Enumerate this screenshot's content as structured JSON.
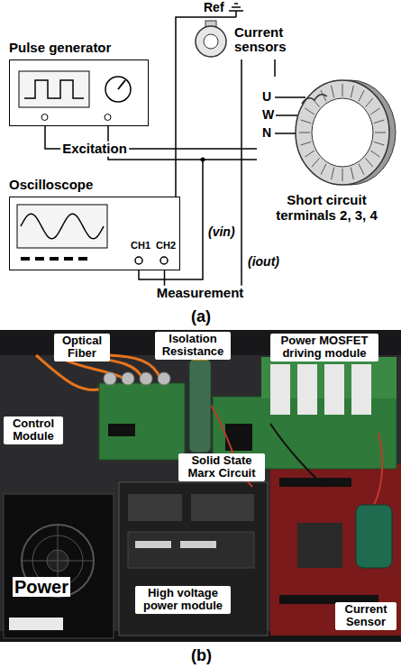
{
  "diagram": {
    "nodes": [
      {
        "text": [
          "Pulse generator"
        ]
      },
      {
        "text": [
          "Oscilloscope"
        ]
      },
      {
        "text": [
          "Current sensors"
        ]
      },
      {
        "text": [
          "Short circuit terminals 2, 3, 4"
        ]
      }
    ],
    "edges": [
      {
        "from": 0,
        "to": 3,
        "label": "Excitation",
        "arrow": "none"
      },
      {
        "from": 1,
        "to": 2,
        "label": "Measurement",
        "arrow": "none"
      },
      {
        "from": 2,
        "to": 3,
        "arrow": "none"
      }
    ],
    "labels": [
      "Ref",
      "U",
      "W",
      "N",
      "CH1",
      "CH2",
      "(vin)",
      "(iout)",
      "(a)",
      "Optical Fiber",
      "Isolation Resistance",
      "Power MOSFET driving module",
      "Control Module",
      "Solid State Marx Circuit",
      "Power",
      "High voltage power module",
      "Current Sensor",
      "(b)"
    ]
  }
}
